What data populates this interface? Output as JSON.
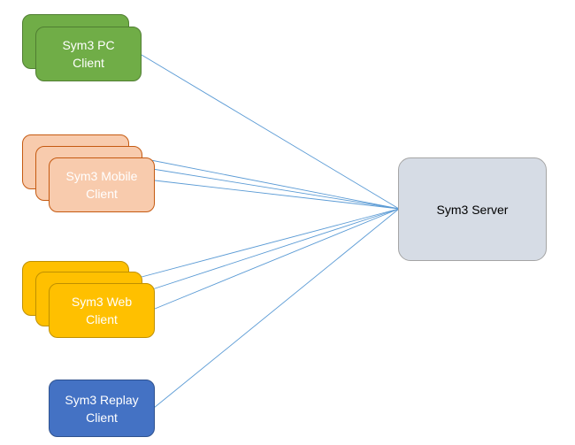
{
  "clients": {
    "pc": {
      "label_line1": "Sym3 PC",
      "label_line2": "Client"
    },
    "mobile": {
      "label_line1": "Sym3 Mobile",
      "label_line2": "Client"
    },
    "web": {
      "label_line1": "Sym3 Web",
      "label_line2": "Client"
    },
    "replay": {
      "label_line1": "Sym3 Replay",
      "label_line2": "Client"
    }
  },
  "server": {
    "label": "Sym3 Server"
  },
  "colors": {
    "pc_fill": "#70ad47",
    "mobile_fill": "#f8cbad",
    "web_fill": "#ffc000",
    "replay_fill": "#4472c4",
    "server_fill": "#d6dce5",
    "connector": "#5b9bd5"
  }
}
